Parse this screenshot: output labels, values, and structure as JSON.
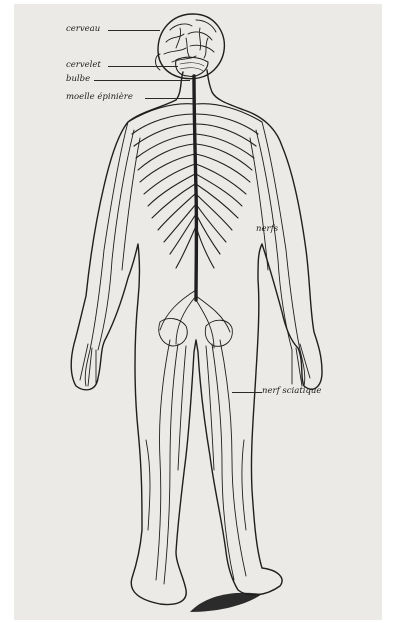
{
  "colors": {
    "paper": "#eceae6",
    "ink": "#1f1f1f",
    "shadow": "#2b2b2b"
  },
  "labels": {
    "cerveau": "cerveau",
    "cervelet": "cervelet",
    "bulbe": "bulbe",
    "moelle": "moelle épinière",
    "nerfs": "nerfs",
    "nerf_sciatique": "nerf sciatique"
  }
}
